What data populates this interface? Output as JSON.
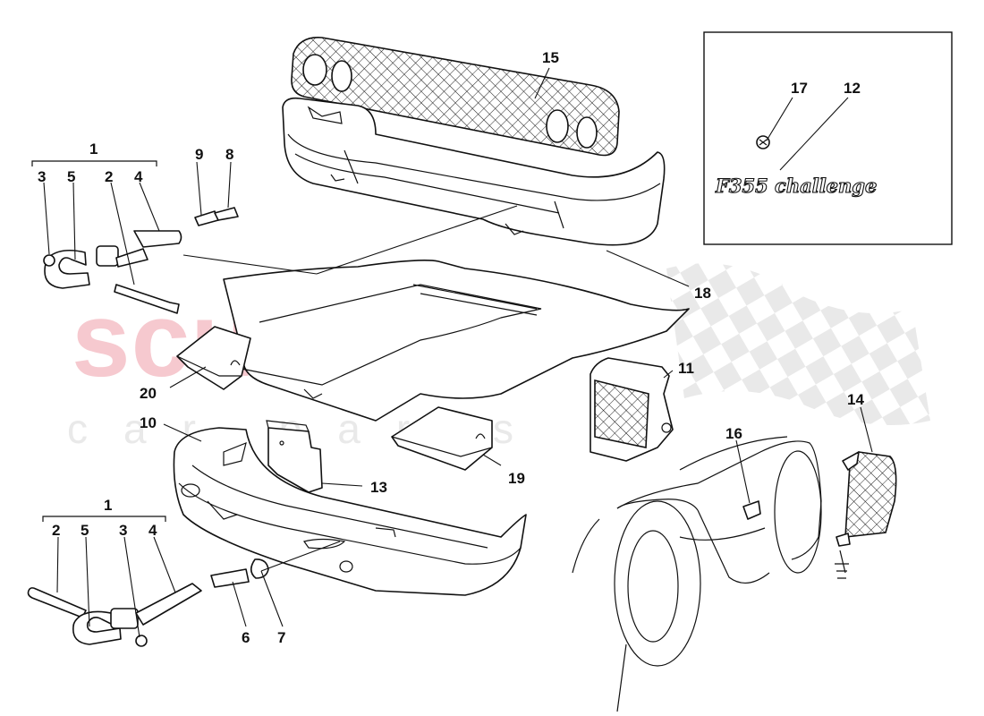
{
  "watermark": {
    "brand": "scuderia",
    "sub": "car parts"
  },
  "badge_box": {
    "badge_text": "F355 challenge"
  },
  "callouts": {
    "c1_top": "1",
    "c1_bottom": "1",
    "c2_top": "2",
    "c2_bottom": "2",
    "c3_top": "3",
    "c3_bottom": "3",
    "c4_top": "4",
    "c4_bottom": "4",
    "c5_top": "5",
    "c5_bottom": "5",
    "c6": "6",
    "c7": "7",
    "c8": "8",
    "c9": "9",
    "c10": "10",
    "c11": "11",
    "c12": "12",
    "c13": "13",
    "c14": "14",
    "c15": "15",
    "c16": "16",
    "c17": "17",
    "c18": "18",
    "c19": "19",
    "c20": "20"
  },
  "colors": {
    "line": "#111111",
    "watermark_red": "#f6c9cf",
    "watermark_grey": "#e9e9e9",
    "checker": "#e6e6e6"
  }
}
